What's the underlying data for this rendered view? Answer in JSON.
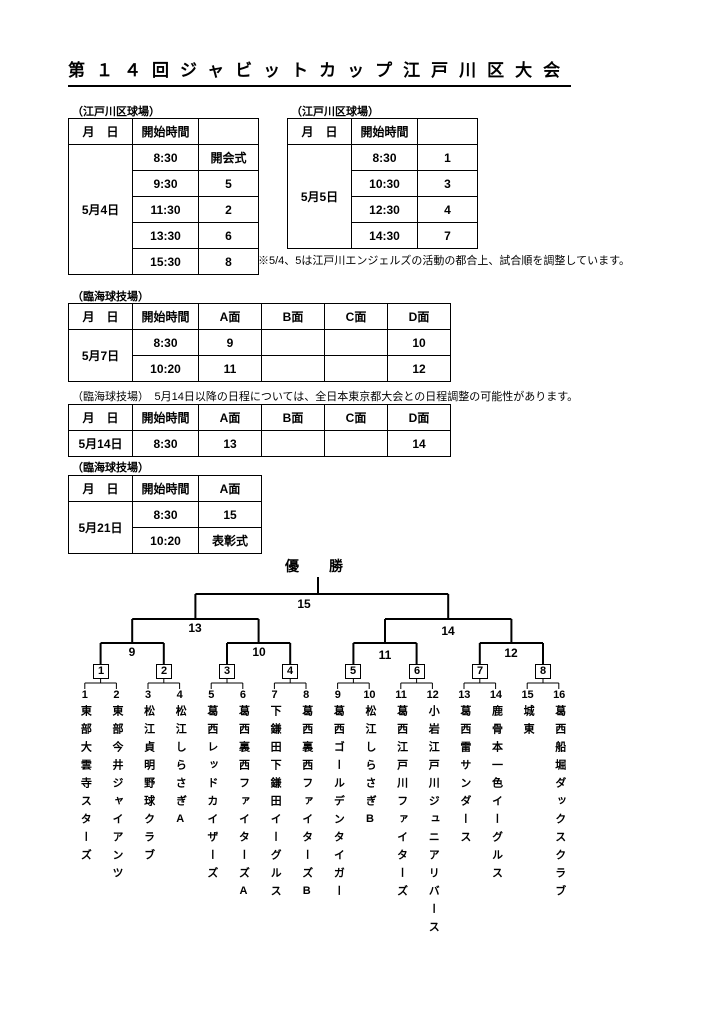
{
  "title": "第１４回ジャビットカップ江戸川区大会",
  "tables": {
    "t1": {
      "label": "（江戸川区球場）",
      "headers": {
        "date": "月　日",
        "time": "開始時間",
        "extra": ""
      },
      "date": "5月4日",
      "rows": [
        {
          "time": "8:30",
          "value": "開会式"
        },
        {
          "time": "9:30",
          "value": "5"
        },
        {
          "time": "11:30",
          "value": "2"
        },
        {
          "time": "13:30",
          "value": "6"
        },
        {
          "time": "15:30",
          "value": "8"
        }
      ]
    },
    "t2": {
      "label": "（江戸川区球場）",
      "headers": {
        "date": "月　日",
        "time": "開始時間",
        "extra": ""
      },
      "date": "5月5日",
      "rows": [
        {
          "time": "8:30",
          "value": "1"
        },
        {
          "time": "10:30",
          "value": "3"
        },
        {
          "time": "12:30",
          "value": "4"
        },
        {
          "time": "14:30",
          "value": "7"
        }
      ]
    },
    "t3": {
      "label": "（臨海球技場）",
      "headers": {
        "date": "月　日",
        "time": "開始時間",
        "a": "A面",
        "b": "B面",
        "c": "C面",
        "d": "D面"
      },
      "date": "5月7日",
      "rows": [
        {
          "time": "8:30",
          "a": "9",
          "b": "",
          "c": "",
          "d": "10"
        },
        {
          "time": "10:20",
          "a": "11",
          "b": "",
          "c": "",
          "d": "12"
        }
      ]
    },
    "t4": {
      "headers": {
        "date": "月　日",
        "time": "開始時間",
        "a": "A面",
        "b": "B面",
        "c": "C面",
        "d": "D面"
      },
      "date": "5月14日",
      "rows": [
        {
          "time": "8:30",
          "a": "13",
          "b": "",
          "c": "",
          "d": "14"
        }
      ]
    },
    "t5": {
      "label": "（臨海球技場）",
      "headers": {
        "date": "月　日",
        "time": "開始時間",
        "a": "A面"
      },
      "date": "5月21日",
      "rows": [
        {
          "time": "8:30",
          "a": "15"
        },
        {
          "time": "10:20",
          "a": "表彰式"
        }
      ]
    }
  },
  "notes": {
    "note1": "※5/4、5は江戸川エンジェルズの活動の都合上、試合順を調整しています。",
    "note2": "（臨海球技場）　5月14日以降の日程については、全日本東京都大会との日程調整の可能性があります。"
  },
  "bracket": {
    "champion_label": "優　勝",
    "final": "15",
    "semifinals": [
      "13",
      "14"
    ],
    "quarterfinals": [
      "9",
      "10",
      "11",
      "12"
    ],
    "first_round": [
      "1",
      "2",
      "3",
      "4",
      "5",
      "6",
      "7",
      "8"
    ],
    "teams": [
      {
        "no": "1",
        "name": "東部大雲寺スターズ"
      },
      {
        "no": "2",
        "name": "東部今井ジャイアンツ"
      },
      {
        "no": "3",
        "name": "松江貞明野球クラブ"
      },
      {
        "no": "4",
        "name": "松江しらさぎA"
      },
      {
        "no": "5",
        "name": "葛西レッドカイザーズ"
      },
      {
        "no": "6",
        "name": "葛西裏西ファイターズA"
      },
      {
        "no": "7",
        "name": "下鎌田下鎌田イーグルス"
      },
      {
        "no": "8",
        "name": "葛西裏西ファイターズB"
      },
      {
        "no": "9",
        "name": "葛西ゴールデンタイガー"
      },
      {
        "no": "10",
        "name": "松江しらさぎB"
      },
      {
        "no": "11",
        "name": "葛西江戸川ファイターズ"
      },
      {
        "no": "12",
        "name": "小岩江戸川ジュニアリバース"
      },
      {
        "no": "13",
        "name": "葛西雷サンダース"
      },
      {
        "no": "14",
        "name": "鹿骨本一色イーグルス"
      },
      {
        "no": "15",
        "name": "城東"
      },
      {
        "no": "16",
        "name": "葛西船堀ダックスクラブ"
      }
    ]
  }
}
